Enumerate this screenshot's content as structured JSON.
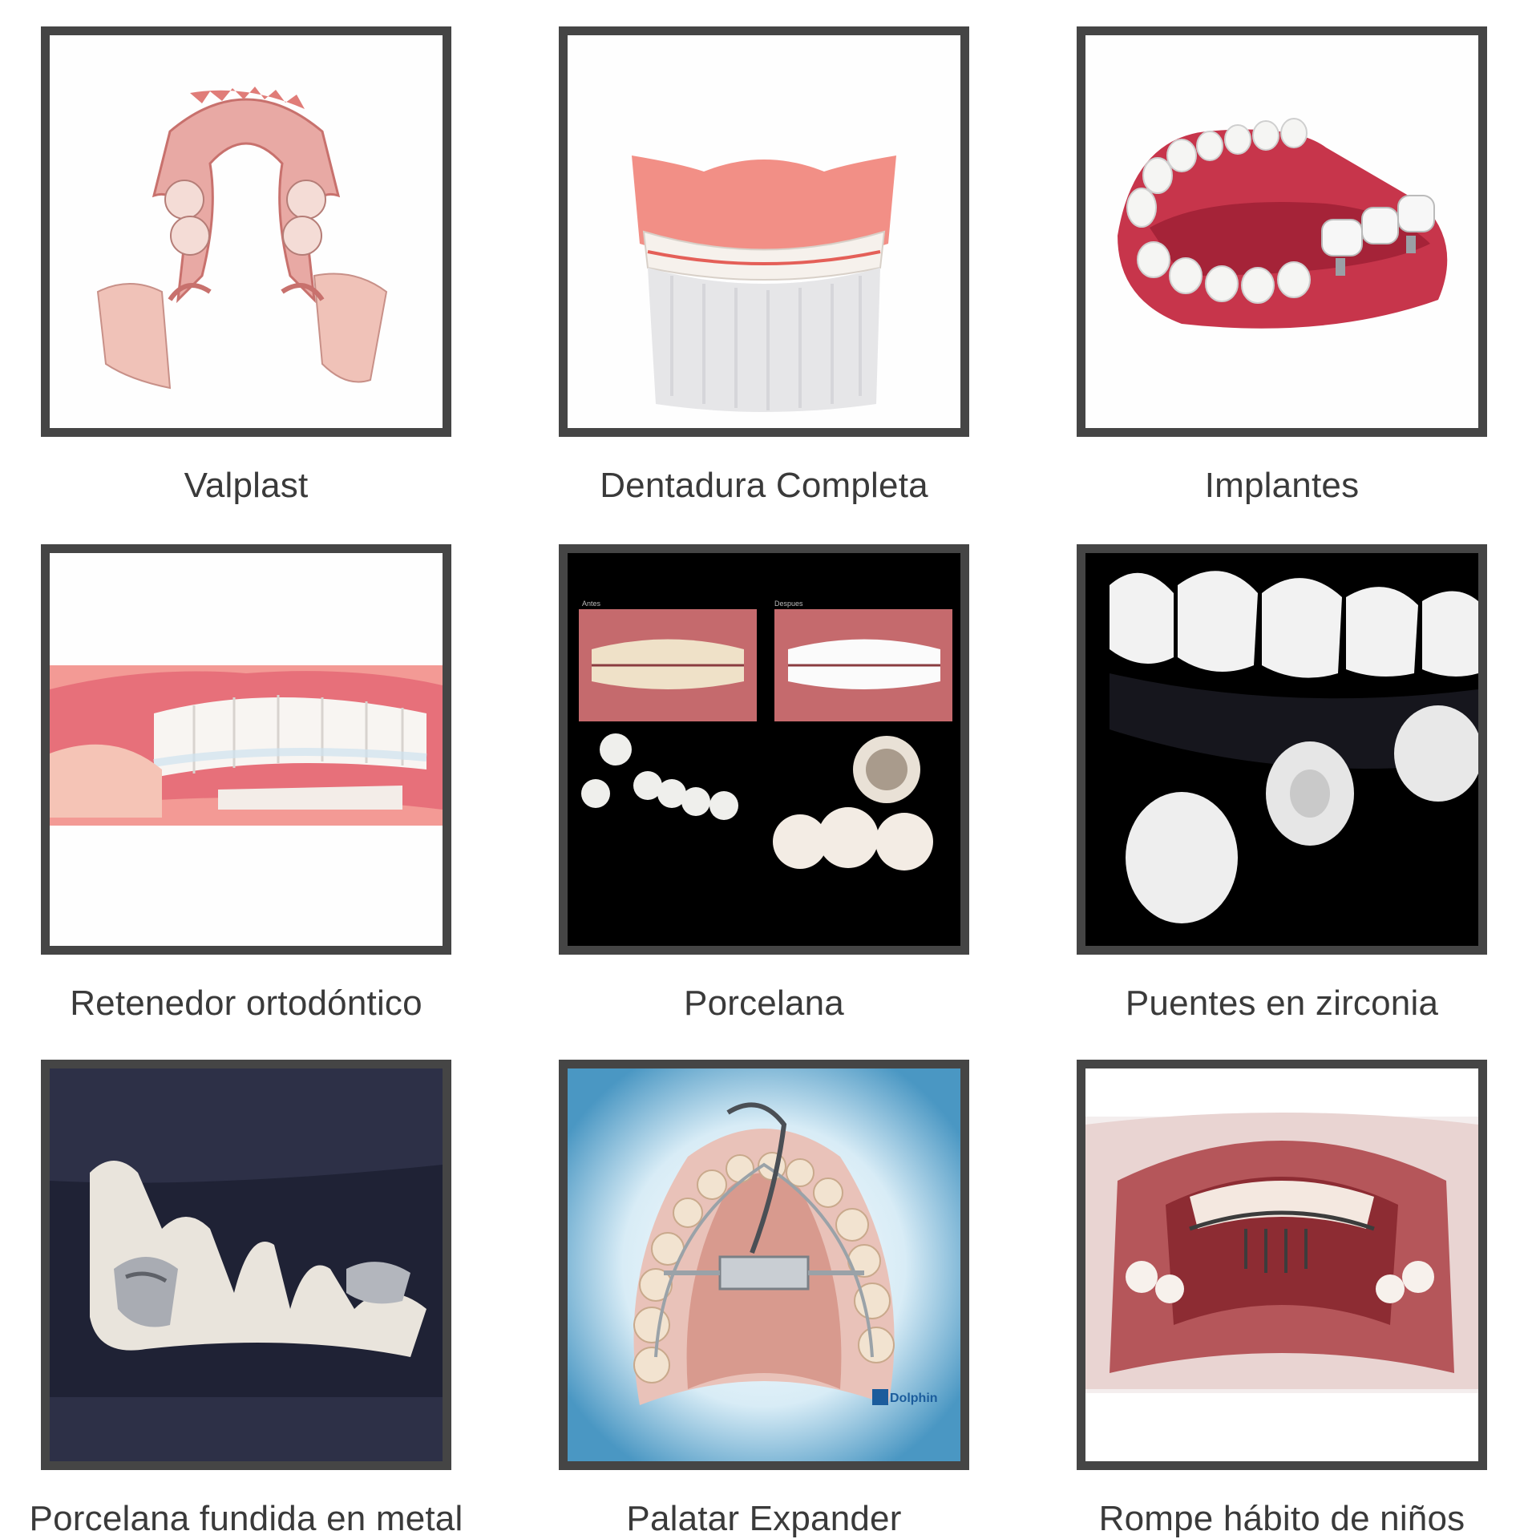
{
  "products": [
    {
      "label": "Valplast",
      "image_icon": "flexible-partial-denture-image"
    },
    {
      "label": "Dentadura Completa",
      "image_icon": "full-denture-image"
    },
    {
      "label": "Implantes",
      "image_icon": "dental-implant-jaw-image"
    },
    {
      "label": "Retenedor ortodóntico",
      "image_icon": "clear-retainer-image"
    },
    {
      "label": "Porcelana",
      "image_icon": "porcelain-crowns-image",
      "photo_labels": {
        "before": "Antes",
        "after": "Despues"
      }
    },
    {
      "label": "Puentes en zirconia",
      "image_icon": "zirconia-bridge-image"
    },
    {
      "label": "Porcelana fundida en metal",
      "image_icon": "porcelain-fused-metal-bridge-image"
    },
    {
      "label": "Palatar Expander",
      "image_icon": "palatal-expander-image",
      "watermark": "Dolphin"
    },
    {
      "label": "Rompe hábito de niños",
      "image_icon": "habit-breaker-appliance-image"
    }
  ],
  "colors": {
    "frame": "#454545",
    "caption": "#3a3a3a",
    "background": "#ffffff"
  }
}
